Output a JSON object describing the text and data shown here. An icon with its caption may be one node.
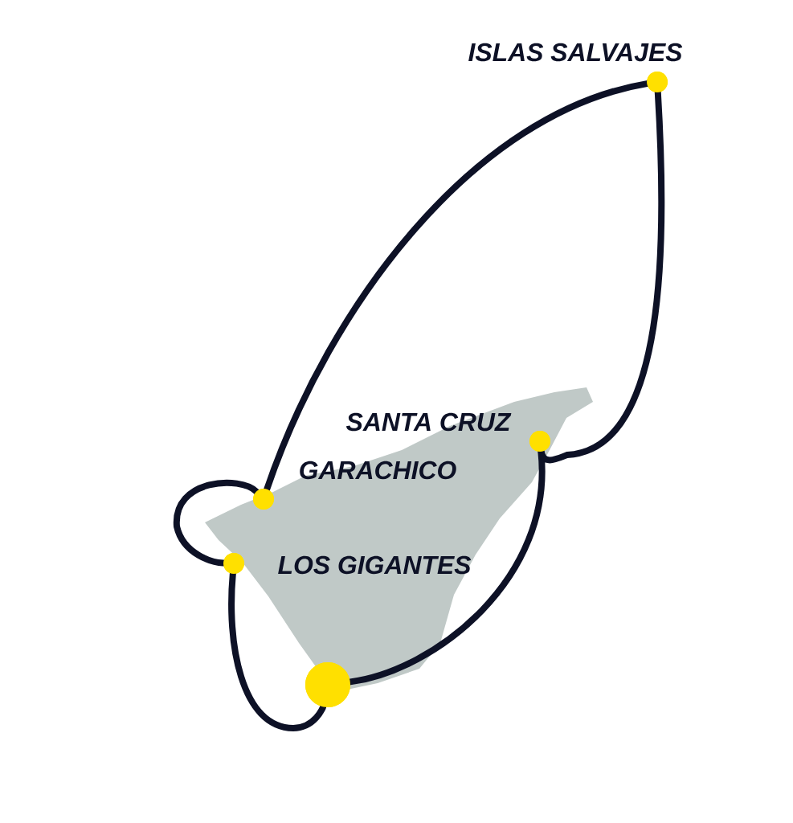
{
  "diagram": {
    "nodes": [
      {
        "text": [
          "ISLAS SALVAJES"
        ]
      },
      {
        "text": [
          "SANTA CRUZ"
        ]
      },
      {
        "text": [
          "GARACHICO"
        ]
      },
      {
        "text": [
          "LOS GIGANTES"
        ]
      },
      {
        "text": [],
        "shape": "circle"
      }
    ],
    "edges": [
      {
        "from": 4,
        "to": 1,
        "arrow": "none"
      },
      {
        "from": 1,
        "to": 0,
        "arrow": "none"
      },
      {
        "from": 0,
        "to": 2,
        "arrow": "none"
      },
      {
        "from": 2,
        "to": 3,
        "arrow": "none"
      },
      {
        "from": 3,
        "to": 4,
        "arrow": "none"
      }
    ]
  }
}
